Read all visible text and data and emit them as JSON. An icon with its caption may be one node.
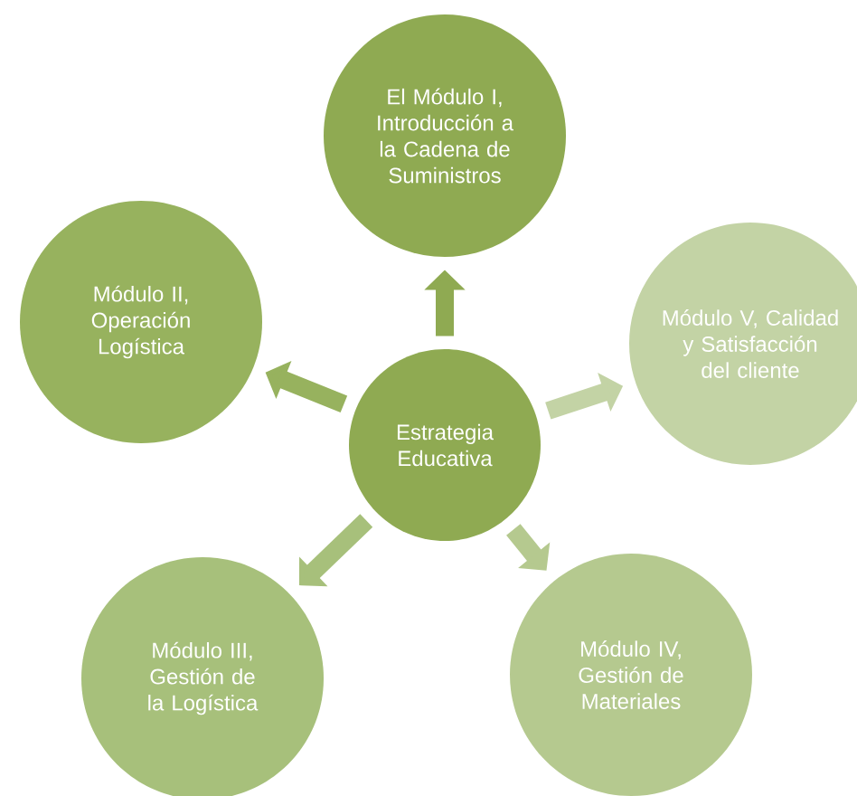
{
  "diagram": {
    "nodes": [
      {
        "text": [
          "Estrategia Educativa"
        ]
      },
      {
        "text": [
          "El Módulo I, Introducción a la Cadena de Suministros"
        ]
      },
      {
        "text": [
          "Módulo V, Calidad y Satisfacción del cliente"
        ]
      },
      {
        "text": [
          "Módulo IV, Gestión de Materiales"
        ]
      },
      {
        "text": [
          "Módulo III, Gestión de la Logística"
        ]
      },
      {
        "text": [
          "Módulo II, Operación Logística"
        ]
      }
    ],
    "edges": [
      {
        "from": 0,
        "to": 1,
        "arrow": "to",
        "color": "#8faa52"
      },
      {
        "from": 0,
        "to": 2,
        "arrow": "to",
        "color": "#c3d3a5"
      },
      {
        "from": 0,
        "to": 3,
        "arrow": "to",
        "color": "#b5c98f"
      },
      {
        "from": 0,
        "to": 4,
        "arrow": "to",
        "color": "#a7c07b"
      },
      {
        "from": 0,
        "to": 5,
        "arrow": "to",
        "color": "#97b25e"
      }
    ]
  }
}
